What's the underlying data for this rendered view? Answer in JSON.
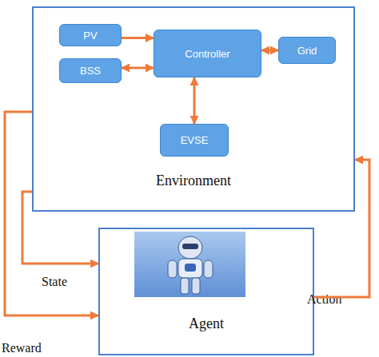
{
  "diagram": {
    "nodes": [
      {
        "text": [
          "Environment"
        ]
      },
      {
        "text": [
          "PV"
        ],
        "in": 0
      },
      {
        "text": [
          "BSS"
        ],
        "in": 0
      },
      {
        "text": [
          "Controller"
        ],
        "in": 0
      },
      {
        "text": [
          "Grid"
        ],
        "in": 0
      },
      {
        "text": [
          "EVSE"
        ],
        "in": 0
      },
      {
        "text": [
          "Agent"
        ]
      }
    ],
    "edges": [
      {
        "from": 1,
        "to": 3,
        "arrow": "to"
      },
      {
        "from": 2,
        "to": 3,
        "arrow": "both"
      },
      {
        "from": 3,
        "to": 4,
        "arrow": "both"
      },
      {
        "from": 3,
        "to": 5,
        "arrow": "both"
      },
      {
        "from": 0,
        "to": 6,
        "label": "State",
        "arrow": "to"
      },
      {
        "from": 0,
        "to": 6,
        "label": "Reward",
        "arrow": "to"
      },
      {
        "from": 6,
        "to": 0,
        "label": "Action",
        "arrow": "to"
      }
    ]
  }
}
